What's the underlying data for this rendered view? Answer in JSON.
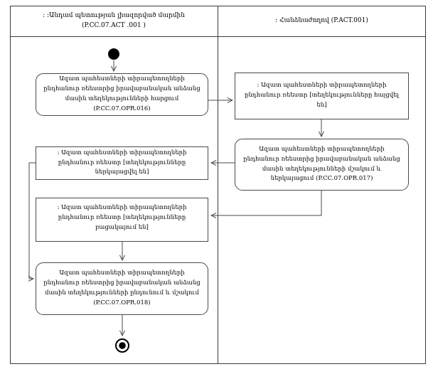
{
  "colors": {
    "background": "#ffffff",
    "border": "#4a4a4a",
    "frame": "#3a3a3a",
    "flow_line": "#4a4a4a",
    "node_fill": "#000000",
    "text": "#000000"
  },
  "diagram": {
    "lanes": [
      {
        "title": ": :Անդամ պետության լիազորված մարմին",
        "code": "(P.CC.07.ACT .001 )"
      },
      {
        "title": ": Հանձնաժողով (P.ACT.001)"
      }
    ],
    "nodes": {
      "initial": {
        "icon": "initial-node-filled-circle"
      },
      "request_info": {
        "label": "Ազատ պահեստների տիրապետողների ընդհանուր ռեեստրից իրավաբանական անձանց մասին տեղեկությունների հարցում (P.CC.07.OPR.016)"
      },
      "registry_requested": {
        "label": ": Ազատ պահեստների տիրապետողների ընդհանուր ռեեստր [տեղեկությունները հայցվել են]"
      },
      "process_and_present": {
        "label": "Ազատ պահեստների տիրապետողների ընդհանուր ռեեստրից իրավաբանական անձանց մասին տեղեկությունների մշակում և ներկայացում (P.CC.07.OPR.017)"
      },
      "registry_presented": {
        "label": ": Ազատ պահեստների տիրապետողների ընդհանուր ռեեստր [տեղեկությունները ներկայացվել են]"
      },
      "registry_absent": {
        "label": ": Ազատ պահեստների տիրապետողների ընդհանուր ռեեստր [տեղեկությունները բացակայում են]"
      },
      "receive_and_process": {
        "label": "Ազատ պահեստների տիրապետողների ընդհանուր ռեեստրից իրավաբանական անձանց մասին տեղեկությունների ընդունում և մշակում (P.CC.07.OPR.018)"
      },
      "final": {
        "icon": "final-node-bullseye"
      }
    }
  }
}
